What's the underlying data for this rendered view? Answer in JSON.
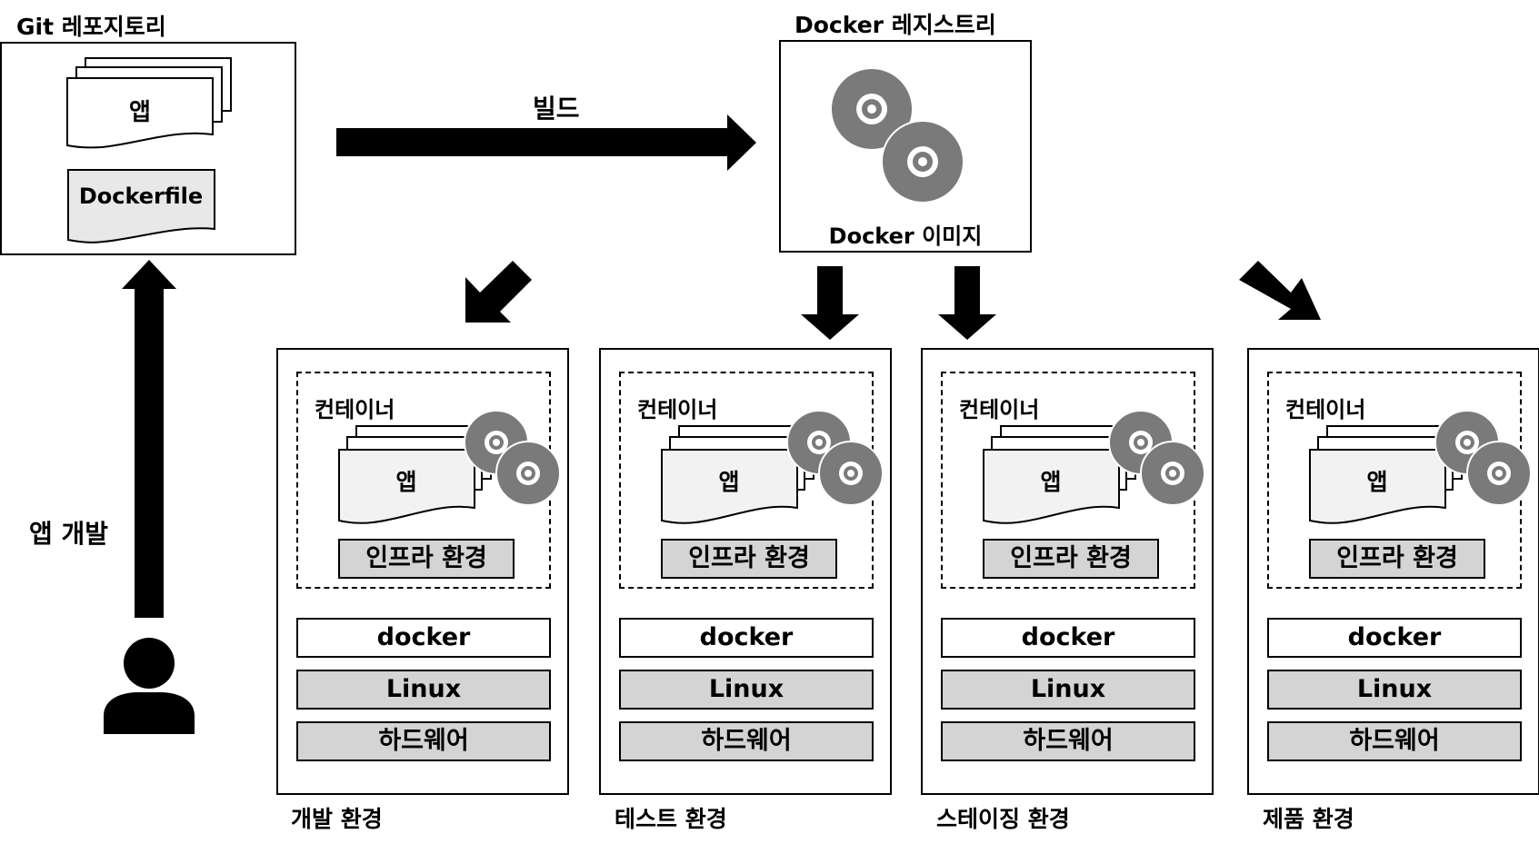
{
  "git_repo": {
    "title": "Git 레포지토리",
    "app_label": "앱",
    "dockerfile_label": "Dockerfile"
  },
  "registry": {
    "title": "Docker 레지스트리",
    "image_label": "Docker 이미지"
  },
  "build_label": "빌드",
  "dev_label": "앱 개발",
  "env_common": {
    "container_label": "컨테이너",
    "app_label": "앱",
    "infra_label": "인프라 환경",
    "docker_label": "docker",
    "linux_label": "Linux",
    "hardware_label": "하드웨어"
  },
  "environments": [
    {
      "name": "개발 환경"
    },
    {
      "name": "테스트 환경"
    },
    {
      "name": "스테이징 환경"
    },
    {
      "name": "제품 환경"
    }
  ],
  "colors": {
    "disc": "#7a7a7a",
    "gray_fill": "#d4d4d4",
    "stroke": "#000000"
  }
}
